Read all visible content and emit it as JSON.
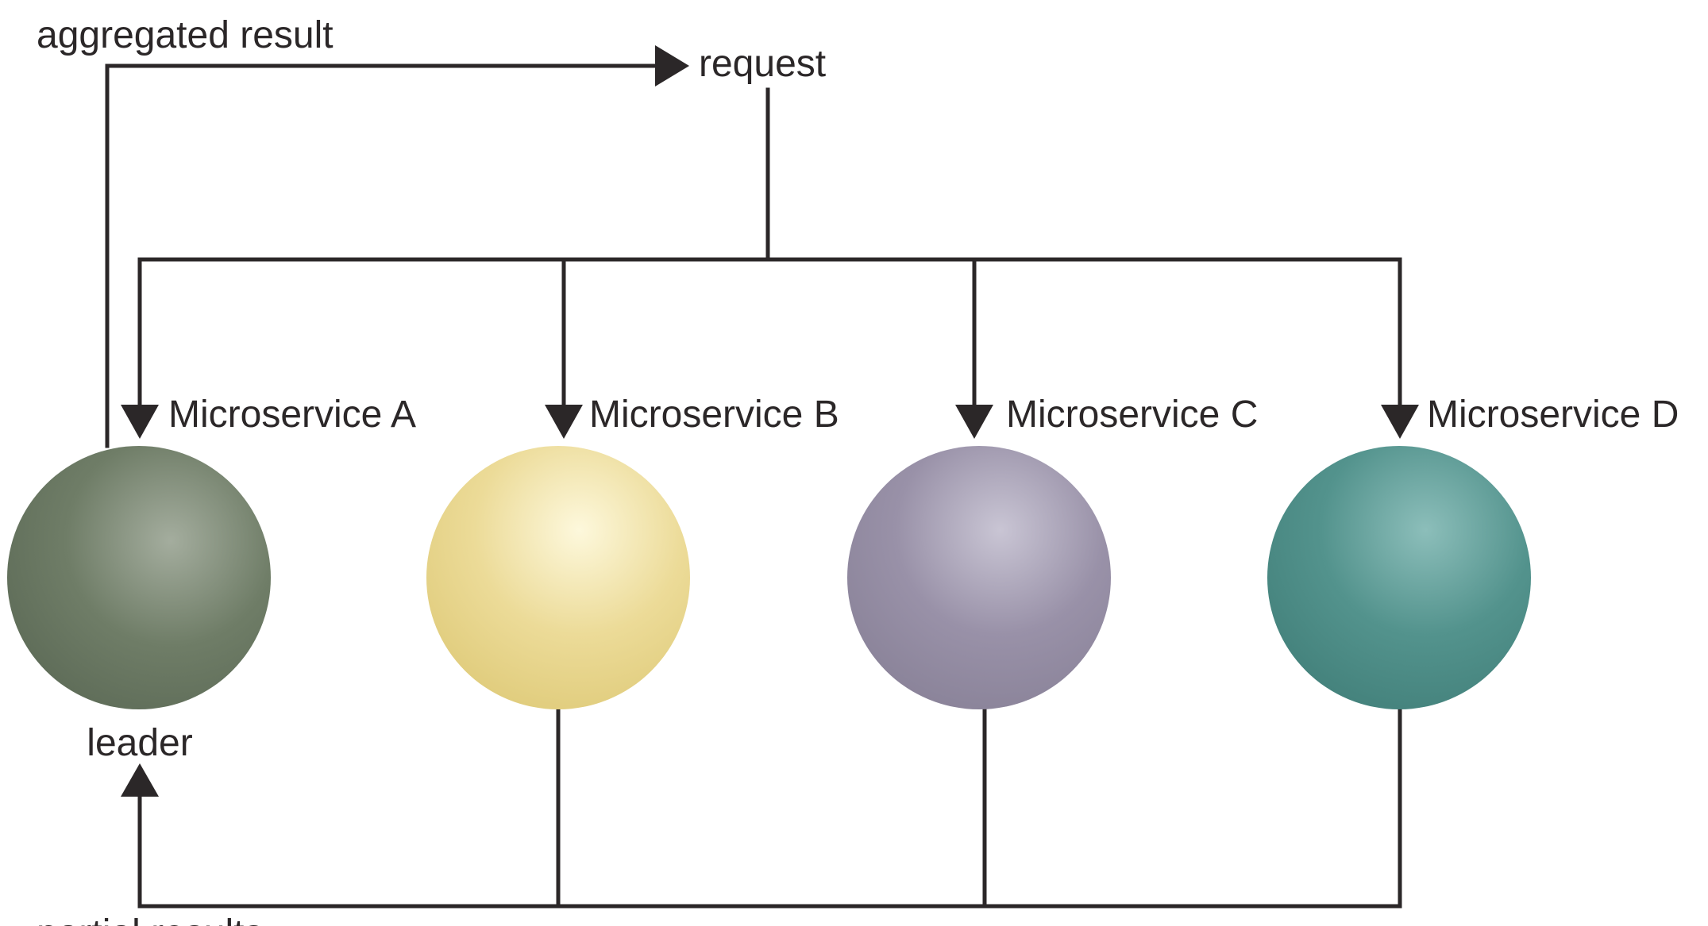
{
  "labels": {
    "aggregated_result": "aggregated result",
    "request": "request",
    "leader": "leader",
    "partial_results": "partial results"
  },
  "services": [
    {
      "name": "Microservice A",
      "color": "#6a7862",
      "highlight": "#a2ab9c"
    },
    {
      "name": "Microservice B",
      "color": "#e7d48a",
      "highlight": "#fdf7d8"
    },
    {
      "name": "Microservice C",
      "color": "#928ba2",
      "highlight": "#c8c4d3"
    },
    {
      "name": "Microservice D",
      "color": "#4b8b85",
      "highlight": "#8abcb8"
    }
  ],
  "colors": {
    "line": "#2b2728",
    "text": "#2b2728",
    "background": "#ffffff"
  }
}
